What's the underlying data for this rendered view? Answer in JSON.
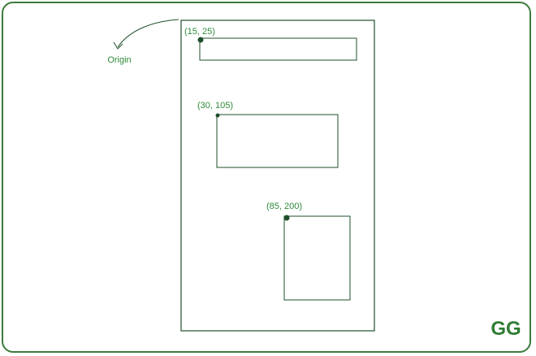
{
  "origin_label": "Origin",
  "points": [
    {
      "label": "(15, 25)"
    },
    {
      "label": "(30,  105)"
    },
    {
      "label": "(85, 200)"
    }
  ],
  "logo_text": "GG",
  "colors": {
    "frame": "#3c7a3c",
    "text": "#2e8b3a",
    "line": "#1f4f2a",
    "dot": "#1f4f2a",
    "logo": "#2e7d32"
  }
}
